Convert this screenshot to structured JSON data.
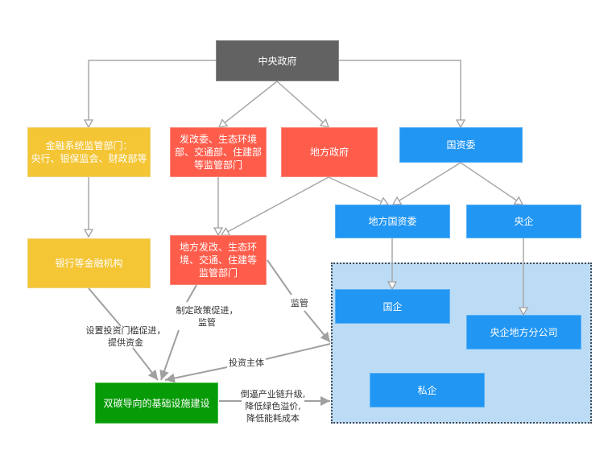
{
  "diagram": {
    "nodes": {
      "central_gov": "中央政府",
      "financial_regulators": "金融系统监管部门：\n央行、银保监会、财政部等",
      "ndrc_departments": "发改委、生态环境\n部、交通部、住建部\n等监管部门",
      "local_gov": "地方政府",
      "sasac": "国资委",
      "banks": "银行等金融机构",
      "local_departments": "地方发改、生态环\n境、交通、住建等\n监管部门",
      "local_sasac": "地方国资委",
      "central_soe": "央企",
      "soe": "国企",
      "central_soe_branch": "央企地方分公司",
      "private_enterprise": "私企",
      "infrastructure": "双碳导向的基础设施建设"
    },
    "edge_labels": {
      "banks_to_infra": "设置投资门槛促进，\n提供资金",
      "local_dept_to_infra": "制定政策促进，\n监管",
      "local_dept_to_region": "监管",
      "region_to_infra": "投资主体",
      "infra_to_region": "倒逼产业链升级,\n降低绿色溢价,\n降低能耗成本"
    },
    "colors": {
      "central": "#626262",
      "financial": "#f4c534",
      "regulator": "#ff5d4c",
      "state_asset": "#2196f3",
      "infrastructure": "#079b07",
      "enterprise_region": "#bcdcf6",
      "edge": "#a0a0a0"
    }
  }
}
